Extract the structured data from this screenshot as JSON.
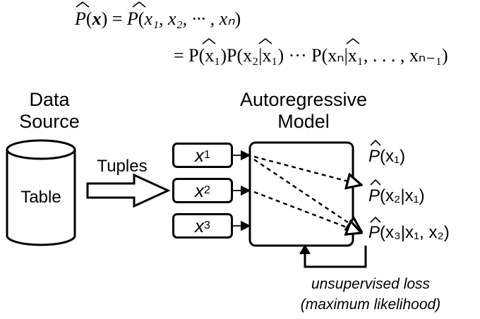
{
  "equation": {
    "line1_lhs_func": "P",
    "line1_lhs_arg": "x",
    "line1_eq": "=",
    "line1_rhs_func": "P",
    "line1_rhs_args": "x₁, x₂, ··· , xₙ",
    "line2_eq": "=",
    "line2_terms": [
      "P(x₁)",
      "P(x₂|x₁)",
      "···",
      "P(xₙ|x₁, . . . , xₙ₋₁)"
    ]
  },
  "data_source": {
    "title_line1": "Data",
    "title_line2": "Source",
    "cylinder_label": "Table",
    "arrow_label": "Tuples"
  },
  "model": {
    "title_line1": "Autoregressive",
    "title_line2": "Model",
    "inputs": [
      {
        "var": "x",
        "sub": "1"
      },
      {
        "var": "x",
        "sub": "2"
      },
      {
        "var": "x",
        "sub": "3"
      }
    ],
    "outputs": [
      {
        "func": "P",
        "text": "(x₁)"
      },
      {
        "func": "P",
        "text": "(x₂|x₁)"
      },
      {
        "func": "P",
        "text": "(x₃|x₁, x₂)"
      }
    ]
  },
  "loss": {
    "line1": "unsupervised loss",
    "line2": "(maximum likelihood)"
  }
}
